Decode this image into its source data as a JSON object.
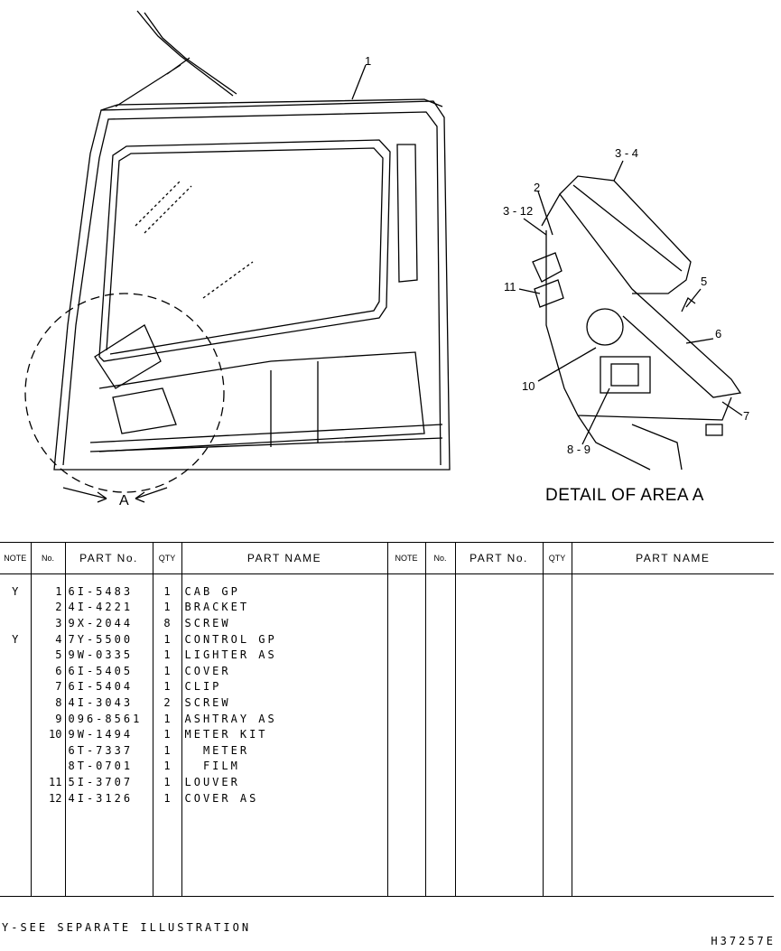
{
  "illustration": {
    "callouts": {
      "c1": "1",
      "c2": "2",
      "c3_4": "3 - 4",
      "c3_12": "3 - 12",
      "c5": "5",
      "c6": "6",
      "c7": "7",
      "c8_9": "8 - 9",
      "c10": "10",
      "c11": "11",
      "cA": "A"
    },
    "detail_title": "DETAIL OF AREA A"
  },
  "table": {
    "headers": {
      "note": "NOTE",
      "no": "No.",
      "part_no": "PART No.",
      "qty": "QTY",
      "part_name": "PART NAME"
    },
    "rows": [
      {
        "note": "Y",
        "no": "1",
        "part_no": "6I-5483",
        "qty": "1",
        "name": "CAB GP"
      },
      {
        "note": "",
        "no": "2",
        "part_no": "4I-4221",
        "qty": "1",
        "name": "BRACKET"
      },
      {
        "note": "",
        "no": "3",
        "part_no": "9X-2044",
        "qty": "8",
        "name": "SCREW"
      },
      {
        "note": "Y",
        "no": "4",
        "part_no": "7Y-5500",
        "qty": "1",
        "name": "CONTROL GP"
      },
      {
        "note": "",
        "no": "5",
        "part_no": "9W-0335",
        "qty": "1",
        "name": "LIGHTER AS"
      },
      {
        "note": "",
        "no": "6",
        "part_no": "6I-5405",
        "qty": "1",
        "name": "COVER"
      },
      {
        "note": "",
        "no": "7",
        "part_no": "6I-5404",
        "qty": "1",
        "name": "CLIP"
      },
      {
        "note": "",
        "no": "8",
        "part_no": "4I-3043",
        "qty": "2",
        "name": "SCREW"
      },
      {
        "note": "",
        "no": "9",
        "part_no": "096-8561",
        "qty": "1",
        "name": "ASHTRAY AS"
      },
      {
        "note": "",
        "no": "10",
        "part_no": "9W-1494",
        "qty": "1",
        "name": "METER KIT"
      },
      {
        "note": "",
        "no": "",
        "part_no": "6T-7337",
        "qty": "1",
        "name": "  METER"
      },
      {
        "note": "",
        "no": "",
        "part_no": "8T-0701",
        "qty": "1",
        "name": "  FILM"
      },
      {
        "note": "",
        "no": "11",
        "part_no": "5I-3707",
        "qty": "1",
        "name": "LOUVER"
      },
      {
        "note": "",
        "no": "12",
        "part_no": "4I-3126",
        "qty": "1",
        "name": "COVER AS"
      }
    ]
  },
  "footnote": "Y-SEE SEPARATE ILLUSTRATION",
  "illustration_number": "H37257E"
}
